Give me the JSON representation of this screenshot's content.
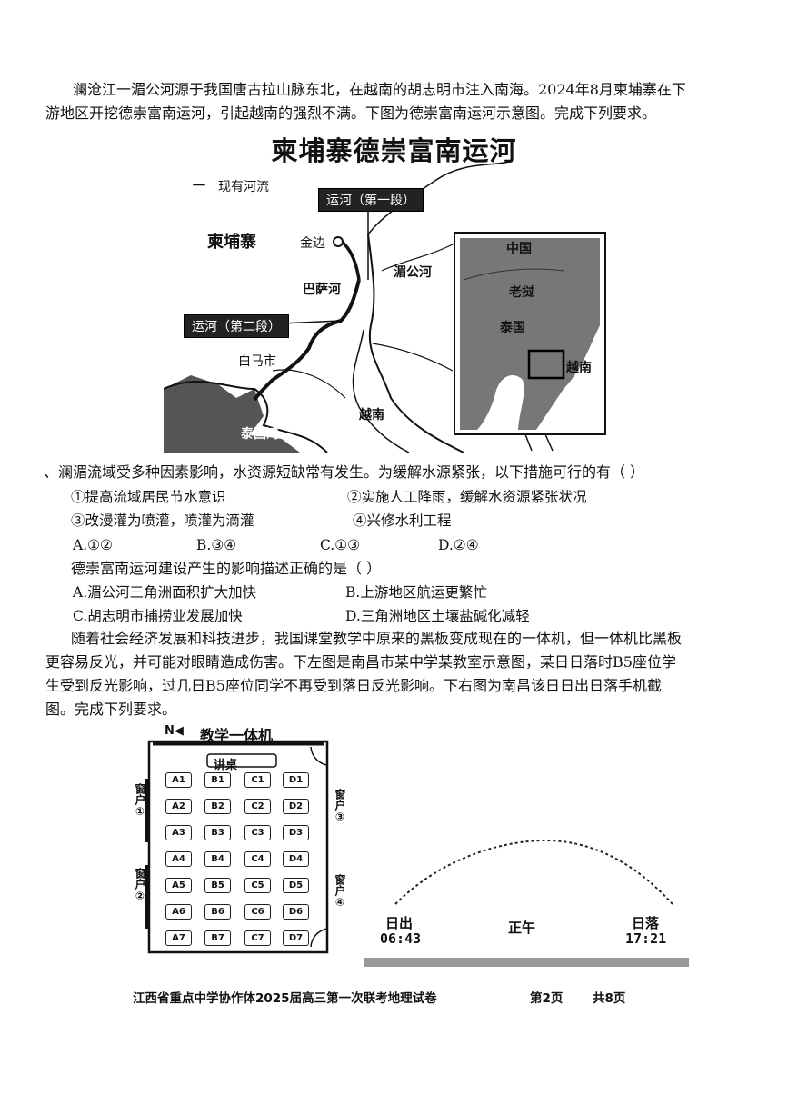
{
  "intro": {
    "line1": "澜沧江一湄公河源于我国唐古拉山脉东北，在越南的胡志明市注入南海。2024年8月柬埔寨在下",
    "line2": "游地区开挖德崇富南运河，引起越南的强烈不满。下图为德崇富南运河示意图。完成下列要求。"
  },
  "map": {
    "title": "柬埔寨德崇富南运河",
    "legend": "现有河流",
    "canal1": "运河（第一段）",
    "canal2": "运河（第二段）",
    "cambodia": "柬埔寨",
    "jinbian": "金边",
    "mekong": "湄公河",
    "bassac": "巴萨河",
    "baima": "白马市",
    "gulf": "泰国湾",
    "vietnam": "越南",
    "inset": {
      "china": "中国",
      "laos": "老挝",
      "thailand": "泰国",
      "vietnam": "越南"
    }
  },
  "q1": {
    "stem": "、澜湄流域受多种因素影响，水资源短缺常有发生。为缓解水源紧张，以下措施可行的有（      ）",
    "o1": "①提高流域居民节水意识",
    "o2": "②实施人工降雨，缓解水资源紧张状况",
    "o3": "③改漫灌为喷灌，喷灌为滴灌",
    "o4": "④兴修水利工程",
    "a": "A.①②",
    "b": "B.③④",
    "c": "C.①③",
    "d": "D.②④"
  },
  "q2": {
    "stem": "德崇富南运河建设产生的影响描述正确的是（      ）",
    "a": "A.湄公河三角洲面积扩大加快",
    "b": "B.上游地区航运更繁忙",
    "c": "C.胡志明市捕捞业发展加快",
    "d": "D.三角洲地区土壤盐碱化减轻"
  },
  "para2": {
    "line1": "随着社会经济发展和科技进步，我国课堂教学中原来的黑板变成现在的一体机，但一体机比黑板",
    "line2": "更容易反光，并可能对眼睛造成伤害。下左图是南昌市某中学某教室示意图，某日日落时B5座位学",
    "line3": "生受到反光影响，过几日B5座位同学不再受到落日反光影响。下右图为南昌该日日出日落手机截",
    "line4": "图。完成下列要求。"
  },
  "classroom": {
    "north": "N◀",
    "board": "教学一体机",
    "desk": "讲桌",
    "win1": "窗户①",
    "win2": "窗户②",
    "door3": "窗户③",
    "door4": "窗户④",
    "seats": [
      "A1",
      "B1",
      "C1",
      "D1",
      "A2",
      "B2",
      "C2",
      "D2",
      "A3",
      "B3",
      "C3",
      "D3",
      "A4",
      "B4",
      "C4",
      "D4",
      "A5",
      "B5",
      "C5",
      "D5",
      "A6",
      "B6",
      "C6",
      "D6",
      "A7",
      "B7",
      "C7",
      "D7"
    ]
  },
  "sun": {
    "rise_label": "日出",
    "rise_time": "06:43",
    "noon_label": "正午",
    "set_label": "日落",
    "set_time": "17:21"
  },
  "footer": {
    "exam": "江西省重点中学协作体2025届高三第一次联考地理试卷",
    "page": "第2页",
    "total": "共8页"
  }
}
